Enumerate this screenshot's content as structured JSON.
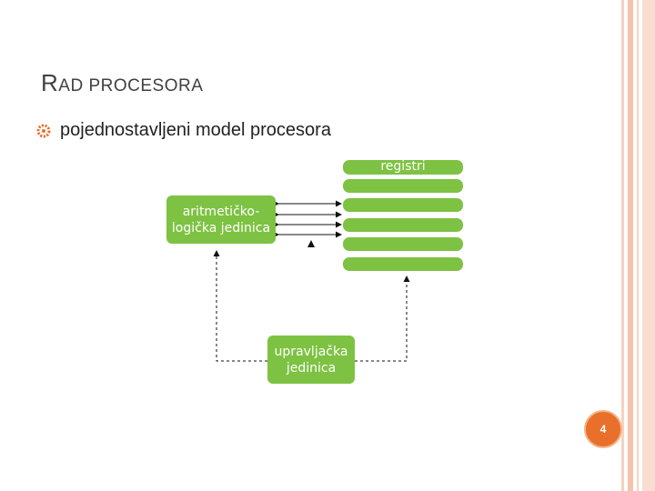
{
  "slide": {
    "title_first_letter": "R",
    "title_rest": "AD PROCESORA",
    "bullet": "pojednostavljeni model procesora",
    "page_number": "4"
  },
  "diagram": {
    "registers_label": "registri",
    "alu_line1": "aritmetičko-",
    "alu_line2": "logička jedinica",
    "cu_line1": "upravljačka",
    "cu_line2": "jedinica"
  },
  "colors": {
    "box_green": "#7dc242",
    "accent_orange": "#e8702a",
    "frame_pink": "#f4c3ad"
  }
}
